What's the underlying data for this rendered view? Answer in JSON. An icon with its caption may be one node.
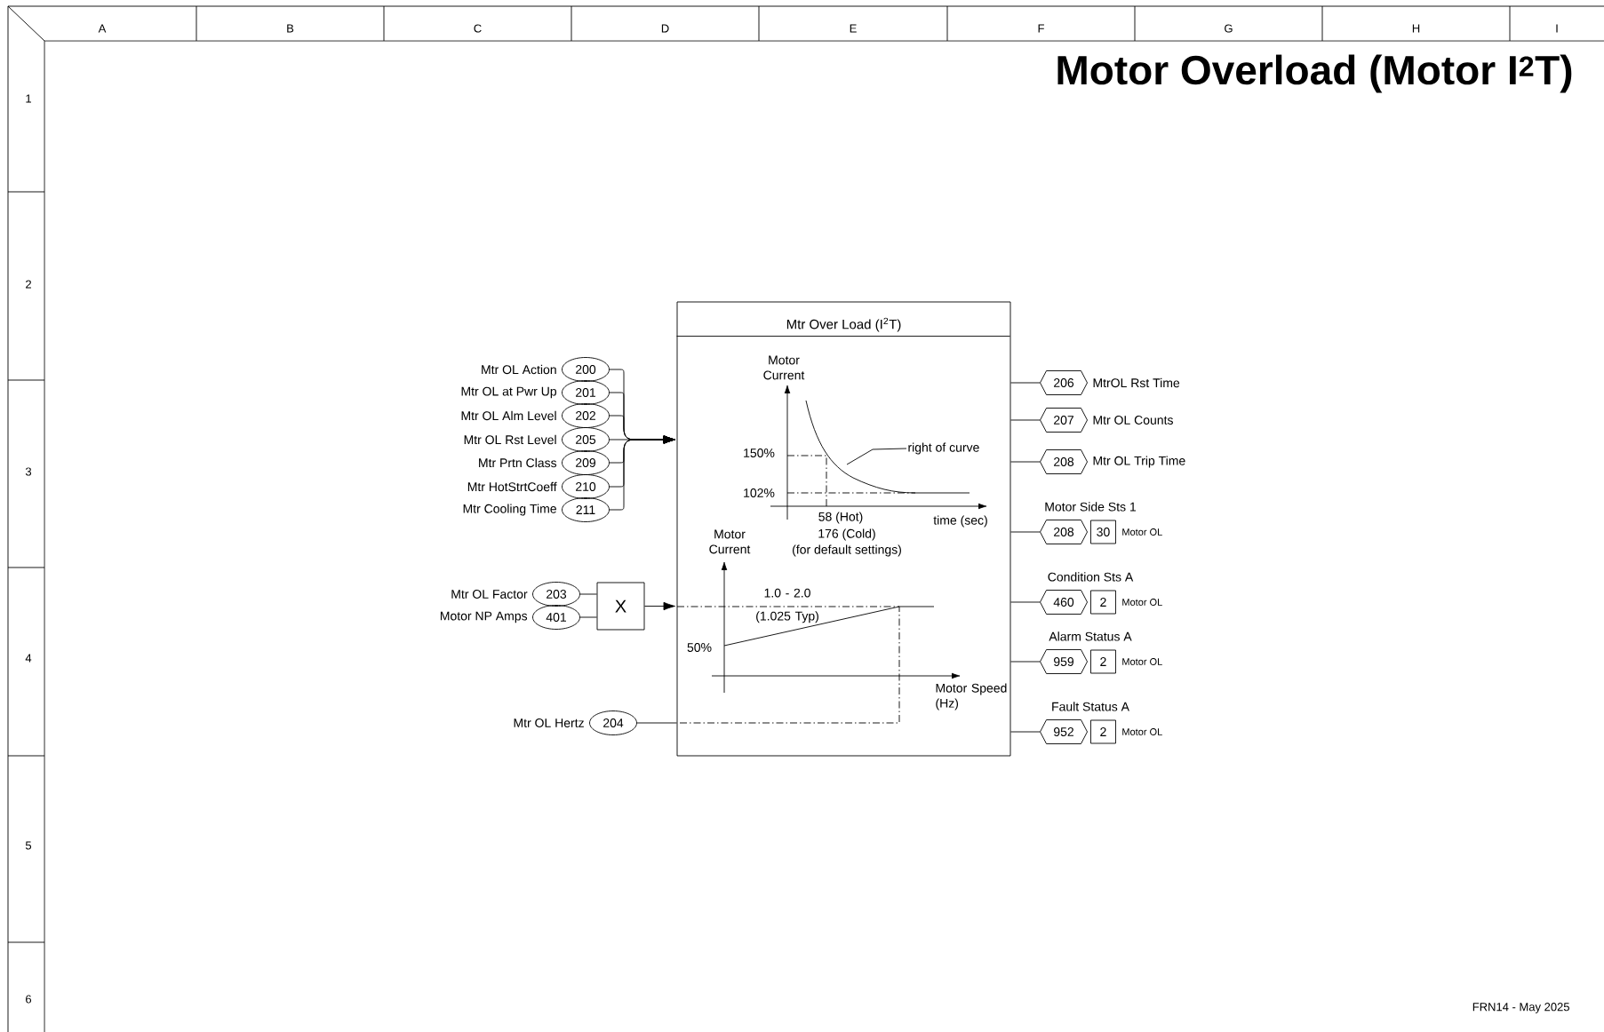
{
  "diagram": {
    "title": "Motor Overload (Motor I$^{2}$T)",
    "nodes": [
      {
        "text": [
          "Mtr Over Load (I$^{2}$T)"
        ]
      },
      {
        "text": [
          "200"
        ],
        "beside": [
          "Mtr OL Action"
        ]
      },
      {
        "text": [
          "201"
        ],
        "beside": [
          "Mtr OL at Pwr Up"
        ]
      },
      {
        "text": [
          "202"
        ],
        "beside": [
          "Mtr OL Alm Level"
        ]
      },
      {
        "text": [
          "205"
        ],
        "beside": [
          "Mtr OL Rst Level"
        ]
      },
      {
        "text": [
          "209"
        ],
        "beside": [
          "Mtr Prtn Class"
        ]
      },
      {
        "text": [
          "210"
        ],
        "beside": [
          "Mtr HotStrtCoeff"
        ]
      },
      {
        "text": [
          "211"
        ],
        "beside": [
          "Mtr Cooling Time"
        ]
      },
      {
        "text": [
          "203"
        ],
        "beside": [
          "Mtr OL Factor"
        ]
      },
      {
        "text": [
          "401"
        ],
        "beside": [
          "Motor NP Amps"
        ]
      },
      {
        "text": [
          "X"
        ]
      },
      {
        "text": [
          "204"
        ],
        "beside": [
          "Mtr OL Hertz"
        ]
      },
      {
        "text": [
          "206"
        ],
        "beside": [
          "MtrOL Rst Time"
        ]
      },
      {
        "text": [
          "207"
        ],
        "beside": [
          "Mtr OL Counts"
        ]
      },
      {
        "text": [
          "208"
        ],
        "beside": [
          "Mtr OL Trip Time"
        ]
      },
      {
        "text": [
          "208"
        ],
        "beside": [
          "Motor Side Sts 1"
        ]
      },
      {
        "text": [
          "30"
        ],
        "beside": [
          "Motor OL"
        ]
      },
      {
        "text": [
          "460"
        ],
        "beside": [
          "Condition Sts A"
        ]
      },
      {
        "text": [
          "2"
        ],
        "beside": [
          "Motor OL"
        ]
      },
      {
        "text": [
          "959"
        ],
        "beside": [
          "Alarm Status A"
        ]
      },
      {
        "text": [
          "2"
        ],
        "beside": [
          "Motor OL"
        ]
      },
      {
        "text": [
          "952"
        ],
        "beside": [
          "Fault Status A"
        ]
      },
      {
        "text": [
          "2"
        ],
        "beside": [
          "Motor OL"
        ]
      },
      {
        "text": [
          "right of curve"
        ],
        "in": 0
      }
    ],
    "edges": [
      {
        "from": 1,
        "to": 0,
        "arrow": "to"
      },
      {
        "from": 2,
        "to": 0,
        "arrow": "to"
      },
      {
        "from": 3,
        "to": 0,
        "arrow": "to"
      },
      {
        "from": 4,
        "to": 0,
        "arrow": "to"
      },
      {
        "from": 5,
        "to": 0,
        "arrow": "to"
      },
      {
        "from": 6,
        "to": 0,
        "arrow": "to"
      },
      {
        "from": 7,
        "to": 0,
        "arrow": "to"
      },
      {
        "from": 8,
        "to": 10,
        "arrow": "none"
      },
      {
        "from": 9,
        "to": 10,
        "arrow": "none"
      },
      {
        "from": 10,
        "to": 0,
        "arrow": "to"
      },
      {
        "from": 11,
        "to": 0,
        "arrow": "none"
      },
      {
        "from": 0,
        "to": 12,
        "arrow": "none"
      },
      {
        "from": 0,
        "to": 13,
        "arrow": "none"
      },
      {
        "from": 0,
        "to": 14,
        "arrow": "none"
      },
      {
        "from": 0,
        "to": 15,
        "arrow": "none"
      },
      {
        "from": 0,
        "to": 17,
        "arrow": "none"
      },
      {
        "from": 0,
        "to": 19,
        "arrow": "none"
      },
      {
        "from": 0,
        "to": 21,
        "arrow": "none"
      },
      {
        "from": 23,
        "to": null,
        "arrow": "none"
      }
    ],
    "labels": [
      "A",
      "B",
      "C",
      "D",
      "E",
      "F",
      "G",
      "H",
      "I",
      "1",
      "2",
      "3",
      "4",
      "5",
      "6",
      "Motor Current",
      "150%",
      "102%",
      "58 (Hot)",
      "time (sec)",
      "176 (Cold)",
      "(for default settings)",
      "Motor Current",
      "1.0 - 2.0 (1.025 Typ)",
      "50%",
      "Motor Speed (Hz)",
      "FRN14 - May 2025"
    ]
  }
}
